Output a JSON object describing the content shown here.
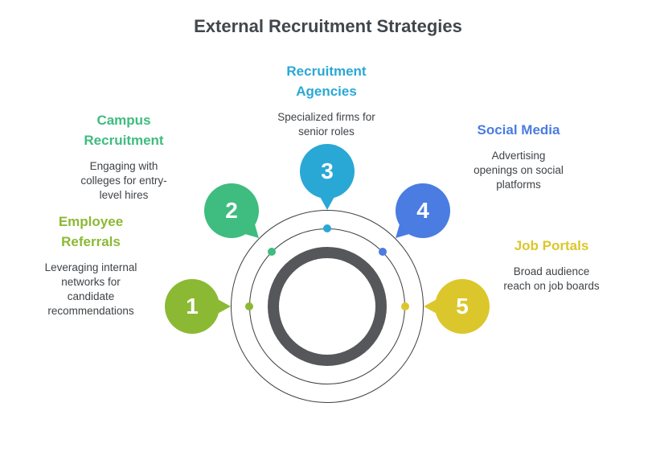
{
  "title": "External Recruitment Strategies",
  "colors": {
    "title_text": "#40474d",
    "body_text": "#3f4347",
    "ring_line": "#3f3f3f",
    "donut": "#56575a",
    "number_text": "#ffffff"
  },
  "items": [
    {
      "number": "1",
      "label": "Employee\nReferrals",
      "description": "Leveraging internal\nnetworks for\ncandidate\nrecommendations",
      "color": "#8cb934"
    },
    {
      "number": "2",
      "label": "Campus\nRecruitment",
      "description": "Engaging with\ncolleges for entry-\nlevel hires",
      "color": "#3fbc7f"
    },
    {
      "number": "3",
      "label": "Recruitment\nAgencies",
      "description": "Specialized firms for\nsenior roles",
      "color": "#29a8d5"
    },
    {
      "number": "4",
      "label": "Social Media",
      "description": "Advertising\nopenings on social\nplatforms",
      "color": "#4a7ce1"
    },
    {
      "number": "5",
      "label": "Job Portals",
      "description": "Broad audience\nreach on job boards",
      "color": "#dbc72b"
    }
  ]
}
